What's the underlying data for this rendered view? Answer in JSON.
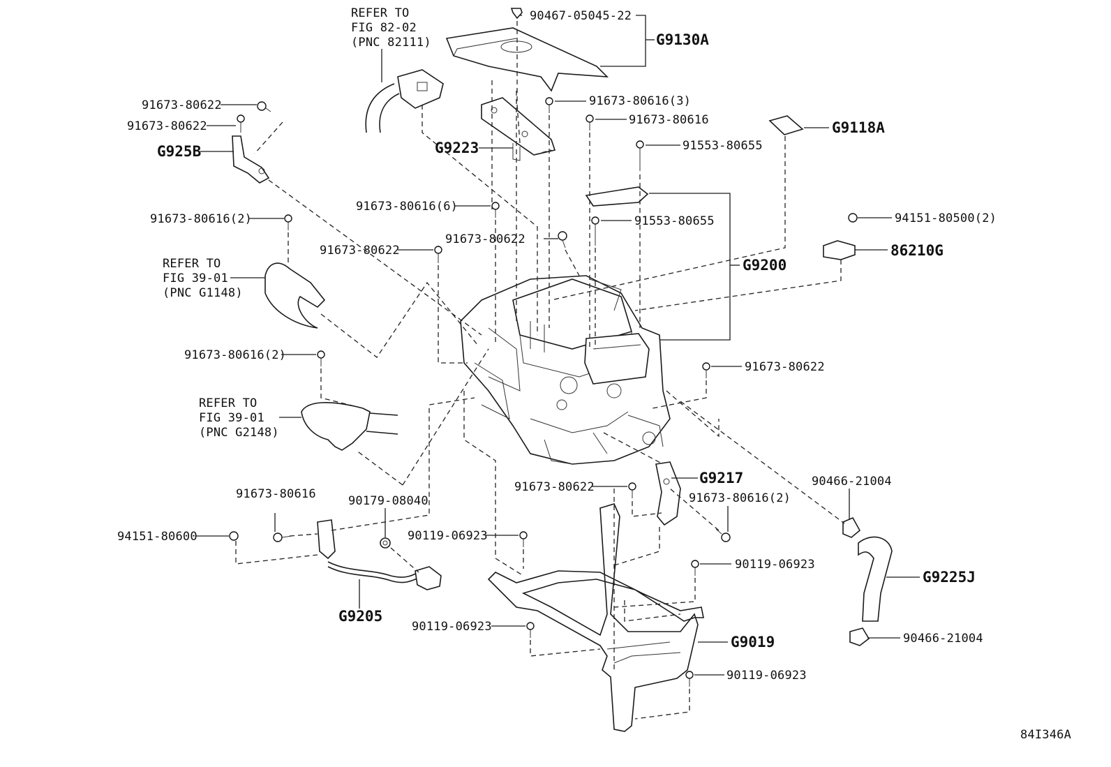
{
  "labels": {
    "refer_1": "REFER TO",
    "refer_1_fig": "FIG 82-02",
    "refer_1_pnc": "(PNC 82111)",
    "refer_2": "REFER TO",
    "refer_2_fig": "FIG 39-01",
    "refer_2_pnc": "(PNC G1148)",
    "refer_3": "REFER TO",
    "refer_3_fig": "FIG 39-01",
    "refer_3_pnc": "(PNC G2148)",
    "p_90467": "90467-05045-22",
    "p_g9130a": "G9130A",
    "p_91673_80616_3": "91673-80616(3)",
    "p_91673_80616_a": "91673-80616",
    "p_g9118a": "G9118A",
    "p_91553_80655_a": "91553-80655",
    "p_91673_80622_a": "91673-80622",
    "p_91673_80622_b": "91673-80622",
    "p_g925b": "G925B",
    "p_g9223": "G9223",
    "p_91673_80616_6": "91673-80616(6)",
    "p_91673_80616_2a": "91673-80616(2)",
    "p_91553_80655_b": "91553-80655",
    "p_94151_80500_2": "94151-80500(2)",
    "p_91673_80622_c": "91673-80622",
    "p_91673_80622_d": "91673-80622",
    "p_86210g": "86210G",
    "p_g9200": "G9200",
    "p_91673_80616_2b": "91673-80616(2)",
    "p_91673_80622_e": "91673-80622",
    "p_91673_80622_f": "91673-80622",
    "p_g9217": "G9217",
    "p_90466_a": "90466-21004",
    "p_91673_80616_b": "91673-80616",
    "p_90179": "90179-08040",
    "p_91673_80616_2c": "91673-80616(2)",
    "p_94151_80600": "94151-80600",
    "p_90119_a": "90119-06923",
    "p_90119_b": "90119-06923",
    "p_g9225j": "G9225J",
    "p_g9205": "G9205",
    "p_90119_c": "90119-06923",
    "p_g9019": "G9019",
    "p_90466_b": "90466-21004",
    "p_90119_d": "90119-06923",
    "figure_id": "84I346A"
  }
}
